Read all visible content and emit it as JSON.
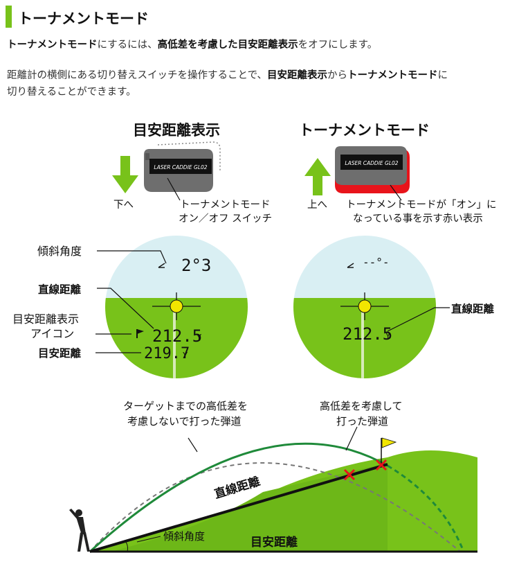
{
  "header": {
    "title": "トーナメントモード",
    "accent": "#78c21a"
  },
  "intro": {
    "p1_a": "トーナメントモード",
    "p1_b": "にするには、",
    "p1_c": "高低差を考慮した目安距離表示",
    "p1_d": "をオフにします。",
    "p2_a": "距離計の横側にある切り替えスイッチを操作することで、",
    "p2_b": "目安距離表示",
    "p2_c": "から",
    "p2_d": "トーナメントモード",
    "p2_e": "に",
    "p3": "切り替えることができます。"
  },
  "left_device": {
    "title": "目安距離表示",
    "brand": "LASER CADDIE GL02",
    "arrow_label": "下へ",
    "switch_label_1": "トーナメントモード",
    "switch_label_2": "オン／オフ スイッチ"
  },
  "right_device": {
    "title": "トーナメントモード",
    "brand": "LASER CADDIE GL02",
    "arrow_label": "上へ",
    "indicator_label_1": "トーナメントモードが「オン」に",
    "indicator_label_2": "なっている事を示す赤い表示"
  },
  "left_view": {
    "slope_label": "傾斜角度",
    "straight_label": "直線距離",
    "icon_label_1": "目安距離表示",
    "icon_label_2": "アイコン",
    "target_label": "目安距離",
    "slope_value": "2°3",
    "straight_value": "212.5",
    "target_value": "219.7",
    "unit": "Y"
  },
  "right_view": {
    "straight_label": "直線距離",
    "slope_value": "--°-",
    "straight_value": "212.5",
    "unit": "Y"
  },
  "trajectory": {
    "label_a_1": "ターゲットまでの高低差を",
    "label_a_2": "考慮しないで打った弾道",
    "label_b_1": "高低差を考慮して",
    "label_b_2": "打った弾道",
    "straight_label": "直線距離",
    "slope_label": "傾斜角度",
    "target_label": "目安距離"
  },
  "colors": {
    "green": "#78c21a",
    "sky": "#d9eff3",
    "red": "#e8141b",
    "device": "#6e6e6e",
    "trajectory": "#1f8a3a"
  }
}
